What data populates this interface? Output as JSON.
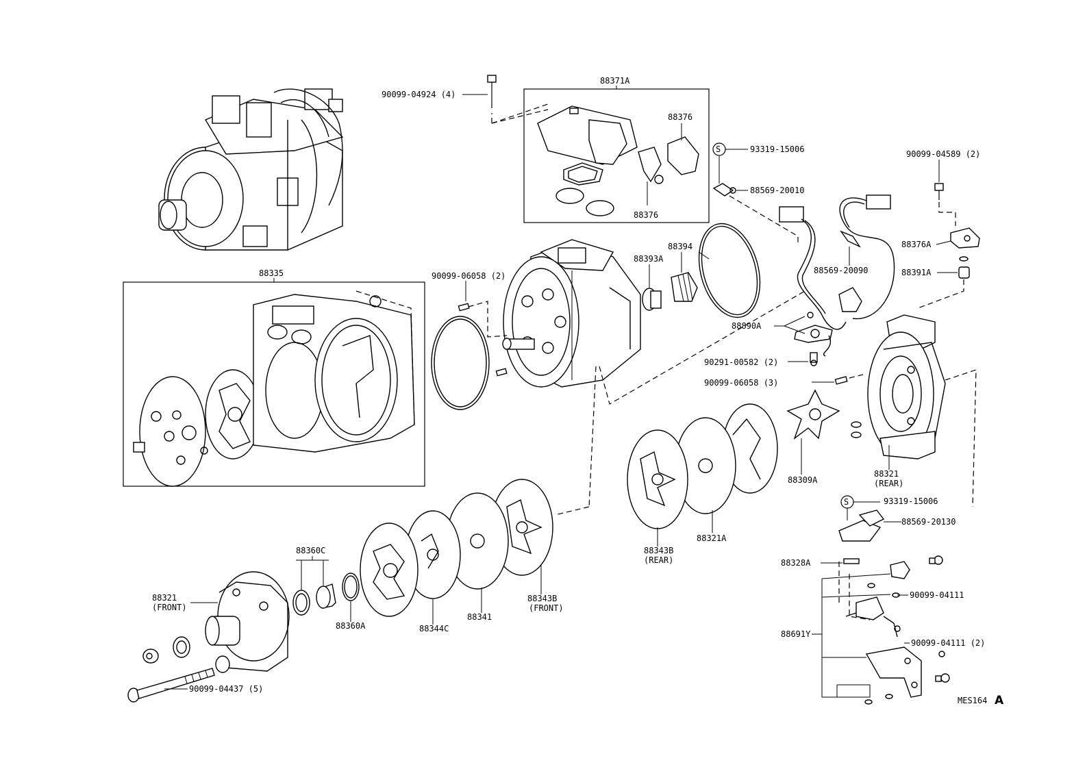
{
  "labels": {
    "l_88371A": "88371A",
    "l_90099_04924": "90099-04924 (4)",
    "l_88376_top": "88376",
    "l_88376_bot": "88376",
    "l_93319_top": "93319-15006",
    "l_88569_20010": "88569-20010",
    "l_90099_04589": "90099-04589 (2)",
    "l_88376A": "88376A",
    "l_88391A": "88391A",
    "l_88393A": "88393A",
    "l_88394": "88394",
    "l_88569_20090": "88569-20090",
    "l_88335": "88335",
    "l_90099_06058_2": "90099-06058 (2)",
    "l_88890A": "88890A",
    "l_90291_00582": "90291-00582 (2)",
    "l_90099_06058_3": "90099-06058 (3)",
    "l_88309A": "88309A",
    "l_88321_rear": "88321",
    "l_rear_1": "(REAR)",
    "l_93319_bot": "93319-15006",
    "l_88569_20130": "88569-20130",
    "l_88328A": "88328A",
    "l_90099_04111": "90099-04111",
    "l_88691Y": "88691Y",
    "l_90099_04111_2": "90099-04111 (2)",
    "l_88343B_rear": "88343B",
    "l_rear_2": "(REAR)",
    "l_88321A": "88321A",
    "l_88360C": "88360C",
    "l_88321_front": "88321",
    "l_front_1": "(FRONT)",
    "l_88360A": "88360A",
    "l_88344C": "88344C",
    "l_88341": "88341",
    "l_88343B_front": "88343B",
    "l_front_2": "(FRONT)",
    "l_90099_04437": "90099-04437 (5)",
    "s_top": "S",
    "s_bot": "S"
  },
  "footer": {
    "code": "MES164",
    "revision": "A"
  }
}
